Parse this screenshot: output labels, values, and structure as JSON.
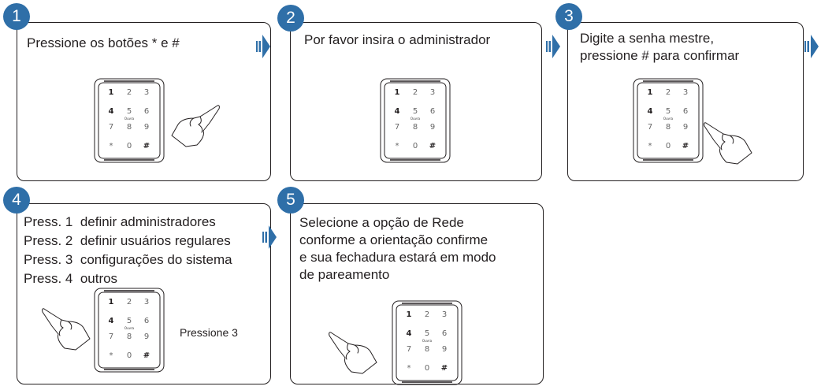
{
  "steps": [
    {
      "number": "1",
      "text": "Pressione os botões * e #"
    },
    {
      "number": "2",
      "text": "Por favor insira o administrador"
    },
    {
      "number": "3",
      "text": "Digite a senha mestre,\npressione # para confirmar"
    },
    {
      "number": "4",
      "lines": [
        {
          "key": "Press. 1",
          "desc": "definir administradores"
        },
        {
          "key": "Press. 2",
          "desc": "definir usuários regulares"
        },
        {
          "key": "Press. 3",
          "desc": "configurações do sistema"
        },
        {
          "key": "Press. 4",
          "desc": "outros"
        }
      ],
      "note": "Pressione 3"
    },
    {
      "number": "5",
      "text": "Selecione a opção de Rede\nconforme a orientação confirme\ne sua fechadura estará em modo\nde pareamento"
    }
  ],
  "keypad": {
    "keys": [
      "1",
      "2",
      "3",
      "4",
      "5",
      "6",
      "7",
      "8",
      "9",
      "*",
      "0",
      "#"
    ],
    "sub_label": "Ouvra"
  },
  "colors": {
    "badge": "#2f6fa8",
    "arrow": "#2f6fa8",
    "line": "#231f20"
  },
  "icons": {
    "arrow": "step-arrow-icon",
    "hand": "pointing-hand-icon",
    "keypad": "keypad-icon"
  }
}
